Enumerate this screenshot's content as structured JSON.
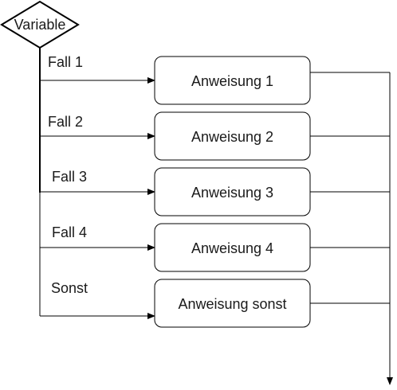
{
  "diagram": {
    "decision": {
      "label": "Variable"
    },
    "cases": [
      {
        "label": "Fall 1",
        "statement": "Anweisung 1"
      },
      {
        "label": "Fall 2",
        "statement": "Anweisung 2"
      },
      {
        "label": "Fall 3",
        "statement": "Anweisung 3"
      },
      {
        "label": "Fall 4",
        "statement": "Anweisung 4"
      },
      {
        "label": "Sonst",
        "statement": "Anweisung sonst"
      }
    ],
    "colors": {
      "stroke": "#000000",
      "text": "#1a1a1a",
      "fill": "#ffffff"
    }
  }
}
